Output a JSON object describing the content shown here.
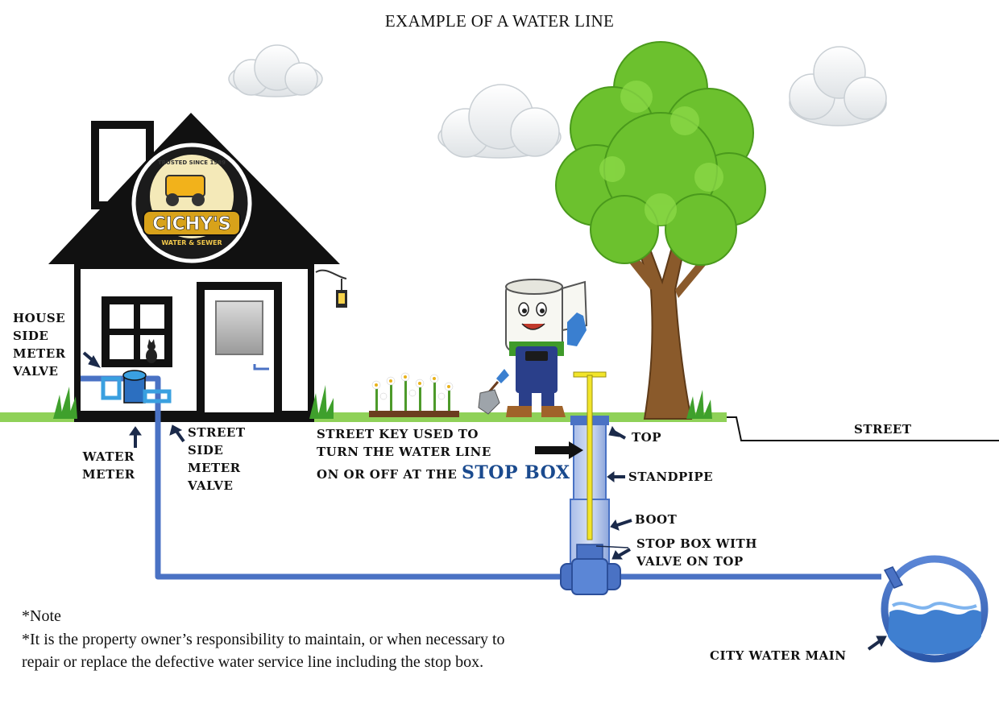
{
  "title": "EXAMPLE OF A WATER LINE",
  "logo": {
    "badge_top": "TRUSTED SINCE 1989",
    "name": "CICHY'S",
    "tagline": "WATER & SEWER"
  },
  "labels": {
    "house_side_meter_valve": [
      "HOUSE",
      "SIDE",
      "METER",
      "VALVE"
    ],
    "water_meter": [
      "WATER",
      "METER"
    ],
    "street_side_meter_valve": [
      "STREET",
      "SIDE",
      "METER",
      "VALVE"
    ],
    "street_key_line1": "STREET KEY USED TO",
    "street_key_line2": "TURN THE WATER LINE",
    "street_key_line3": "ON OR OFF AT THE",
    "stop_box_word": "STOP BOX",
    "top": "TOP",
    "standpipe": "STANDPIPE",
    "boot": "BOOT",
    "stop_box_valve": [
      "STOP BOX WITH",
      "VALVE ON TOP"
    ],
    "street": "STREET",
    "city_water_main": "CITY WATER MAIN"
  },
  "note": {
    "heading": "*Note",
    "line1": "*It is the property owner’s responsibility to maintain, or when necessary to",
    "line2": "repair or replace the defective water service line including the stop box."
  },
  "colors": {
    "pipe": "#4a72c4",
    "pipe_dark": "#2c4f9a",
    "ground": "#7ec850",
    "house_black": "#111111",
    "foliage": "#6cc12e",
    "trunk": "#8a5a2b",
    "key": "#f2e52a",
    "water": "#3f7fd0"
  },
  "icons": [
    "cloud-icon",
    "tree-icon",
    "house-icon",
    "mascot-icon",
    "flower-bed-icon",
    "lamp-icon",
    "cat-icon",
    "grass-icon"
  ]
}
